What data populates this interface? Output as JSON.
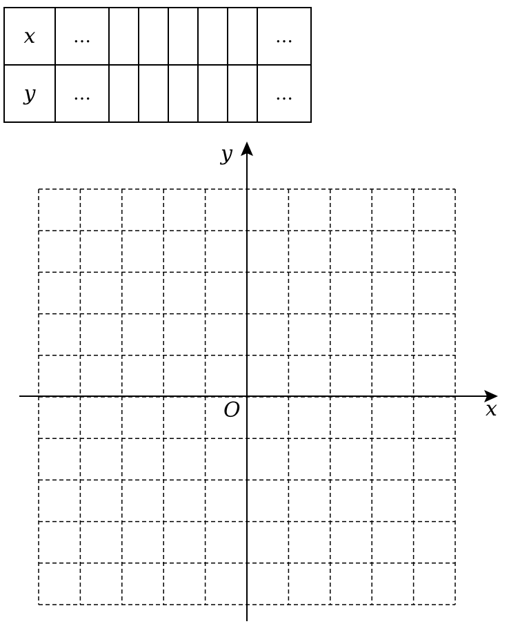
{
  "table": {
    "rows": [
      {
        "label": "x",
        "cells": [
          "…",
          "",
          "",
          "",
          "",
          "",
          "…"
        ]
      },
      {
        "label": "y",
        "cells": [
          "…",
          "",
          "",
          "",
          "",
          "",
          "…"
        ]
      }
    ]
  },
  "coordinate_plane": {
    "x_axis_label": "x",
    "y_axis_label": "y",
    "origin_label": "O",
    "grid": "dashed",
    "grid_columns": 10,
    "grid_rows": 10
  }
}
